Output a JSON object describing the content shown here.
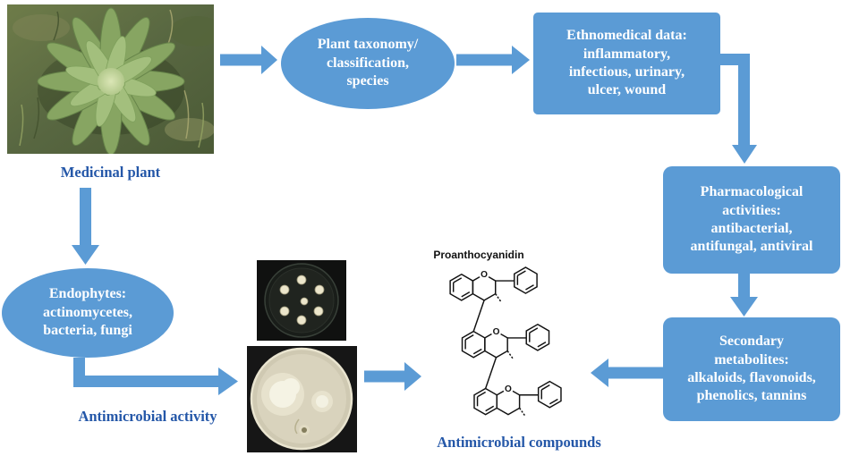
{
  "colors": {
    "shape_blue": "#5b9bd5",
    "label_blue": "#2457a8"
  },
  "nodes": {
    "taxonomy": "Plant taxonomy/\nclassification,\nspecies",
    "ethnomedical": "Ethnomedical data:\ninflammatory,\ninfectious, urinary,\nulcer, wound",
    "pharmacological": "Pharmacological\nactivities:\nantibacterial,\nantifungal, antiviral",
    "secondary_metabolites": "Secondary\nmetabolites:\nalkaloids, flavonoids,\nphenolics, tannins",
    "endophytes": "Endophytes:\nactinomycetes,\nbacteria, fungi"
  },
  "labels": {
    "medicinal_plant": "Medicinal plant",
    "antimicrobial_activity": "Antimicrobial activity",
    "antimicrobial_compounds": "Antimicrobial compounds",
    "structure_title": "Proanthocyanidin",
    "oxygen_atom": "O"
  }
}
